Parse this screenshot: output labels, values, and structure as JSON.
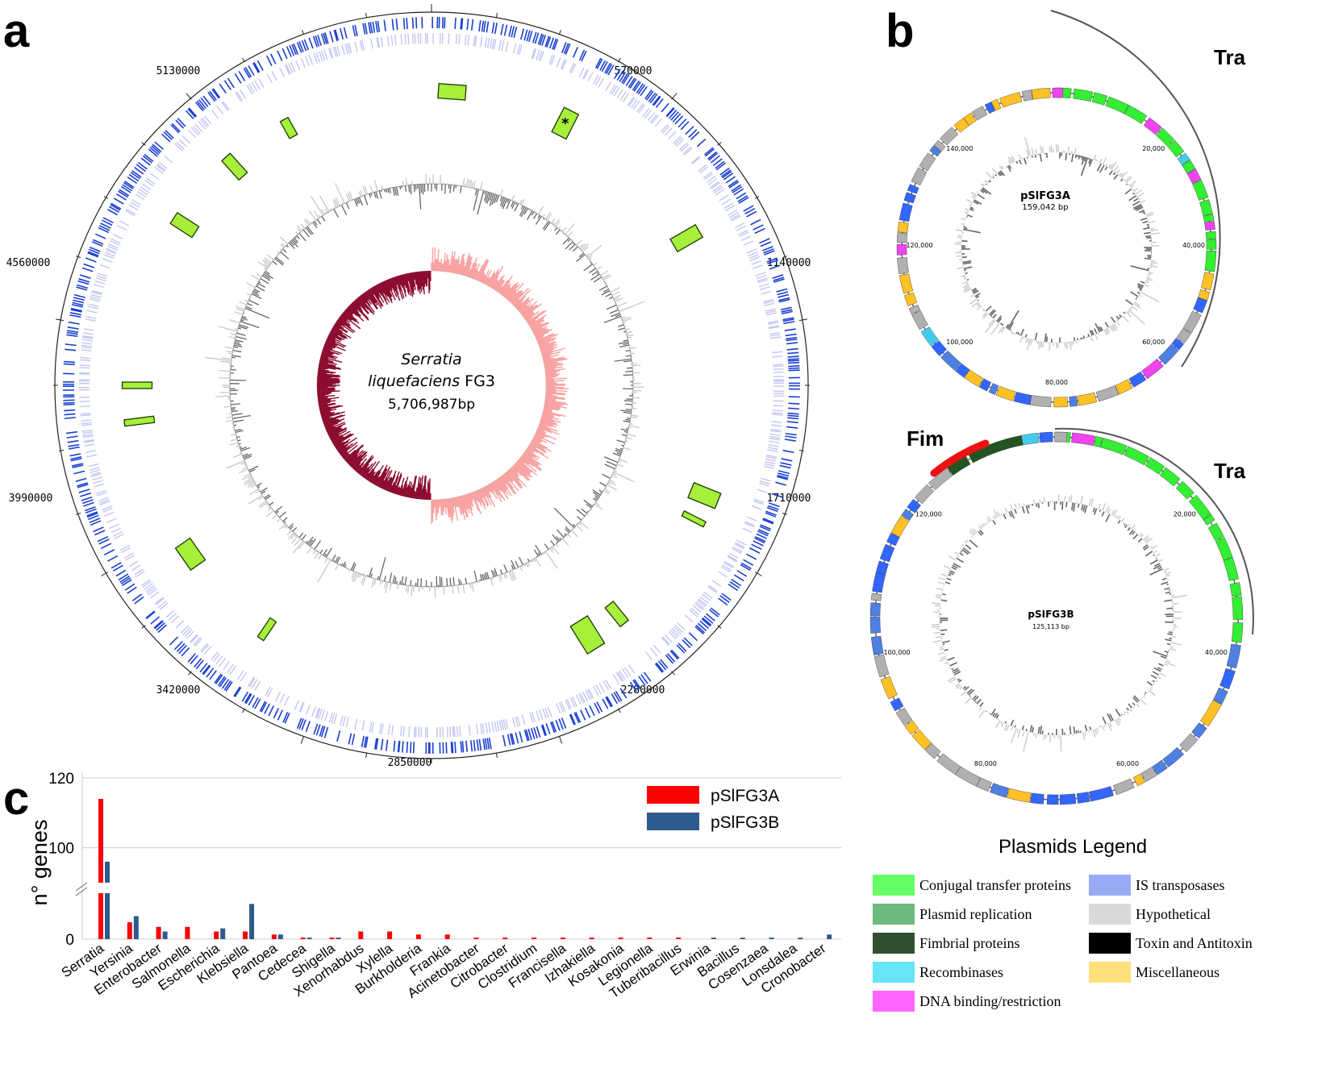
{
  "panels": {
    "a": "a",
    "b": "b",
    "c": "c"
  },
  "genome": {
    "species": "Serratia",
    "species2": "liquefaciens",
    "strain": "FG3",
    "size": "5,706,987bp",
    "ticks": [
      "570000",
      "1140000",
      "1710000",
      "2280000",
      "2850000",
      "3420000",
      "3990000",
      "4560000",
      "5130000"
    ],
    "asterisk": "*"
  },
  "plasmidA": {
    "name": "pSlFG3A",
    "size": "159,042 bp",
    "ticks": [
      "20,000",
      "40,000",
      "60,000",
      "80,000",
      "100,000",
      "120,000",
      "140,000"
    ],
    "region_label": "Tra"
  },
  "plasmidB": {
    "name": "pSIFG3B",
    "size": "125,113 bp",
    "ticks": [
      "20,000",
      "40,000",
      "60,000",
      "80,000",
      "100,000",
      "120,000"
    ],
    "region_label_tra": "Tra",
    "region_label_fim": "Fim"
  },
  "plasmid_legend": {
    "title": "Plasmids Legend",
    "items": [
      {
        "label": "Conjugal transfer proteins",
        "color": "#66ff66"
      },
      {
        "label": "Plasmid replication",
        "color": "#6dba7d"
      },
      {
        "label": "Fimbrial proteins",
        "color": "#2f4f2f"
      },
      {
        "label": "Recombinases",
        "color": "#66e5f5"
      },
      {
        "label": "DNA binding/restriction",
        "color": "#ff66ff"
      },
      {
        "label": "IS transposases",
        "color": "#99aaf5"
      },
      {
        "label": "Hypothetical",
        "color": "#d9d9d9"
      },
      {
        "label": "Toxin and Antitoxin",
        "color": "#000000"
      },
      {
        "label": "Miscellaneous",
        "color": "#ffe07a"
      }
    ]
  },
  "chart_data": {
    "type": "bar",
    "ylabel": "n° genes",
    "yticks": [
      "0",
      "100",
      "120"
    ],
    "categories": [
      "Serratia",
      "Yersinia",
      "Enterobacter",
      "Salmonella",
      "Escherichia",
      "Klebsiella",
      "Pantoea",
      "Cedecea",
      "Shigella",
      "Xenorhabdus",
      "Xylella",
      "Burkholderia",
      "Frankia",
      "Acinetobacter",
      "Citrobacter",
      "Clostridium",
      "Francisella",
      "Izhakiella",
      "Kosakonia",
      "Legionella",
      "Tuberibacillus",
      "Erwinia",
      "Bacillus",
      "Cosenzaea",
      "Lonsdalea",
      "Cronobacter"
    ],
    "series": [
      {
        "name": "pSlFG3A",
        "color": "#ff0000",
        "values": [
          114,
          11,
          8,
          8,
          5,
          5,
          3,
          1,
          1,
          5,
          5,
          3,
          3,
          1,
          1,
          1,
          1,
          1,
          1,
          1,
          1,
          0,
          0,
          0,
          0,
          0
        ]
      },
      {
        "name": "pSlFG3B",
        "color": "#2e5b8e",
        "values": [
          96,
          15,
          5,
          0,
          7,
          23,
          3,
          1,
          1,
          0,
          0,
          0,
          0,
          0,
          0,
          0,
          0,
          0,
          0,
          0,
          0,
          1,
          1,
          1,
          1,
          3
        ]
      }
    ],
    "legend_position": "top-right",
    "grid": true
  }
}
